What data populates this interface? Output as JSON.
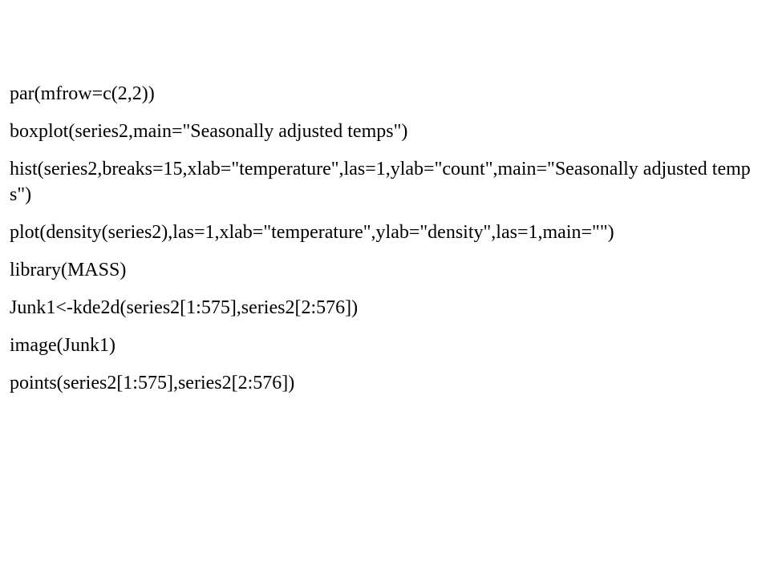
{
  "lines": [
    "par(mfrow=c(2,2))",
    "boxplot(series2,main=\"Seasonally adjusted temps\")",
    "hist(series2,breaks=15,xlab=\"temperature\",las=1,ylab=\"count\",main=\"Seasonally adjusted temps\")",
    "plot(density(series2),las=1,xlab=\"temperature\",ylab=\"density\",las=1,main=\"\")",
    "library(MASS)",
    "Junk1<-kde2d(series2[1:575],series2[2:576])",
    "image(Junk1)",
    "points(series2[1:575],series2[2:576])"
  ]
}
